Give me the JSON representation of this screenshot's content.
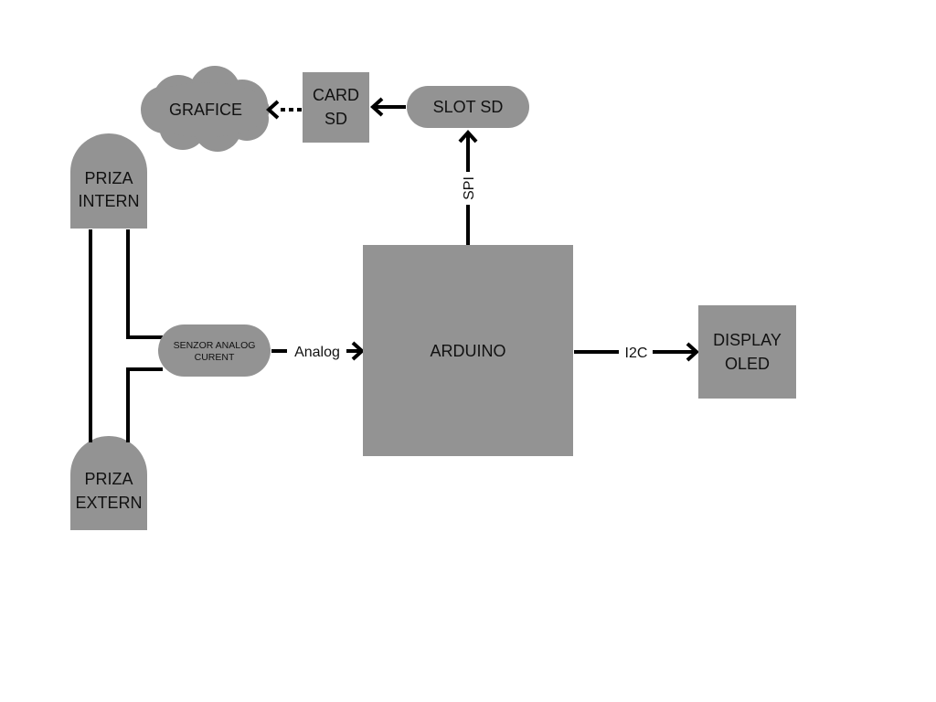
{
  "colors": {
    "node_fill": "#939393",
    "line": "#000000",
    "text": "#111111"
  },
  "nodes": {
    "grafice": {
      "label": "GRAFICE",
      "shape": "cloud"
    },
    "card_sd": {
      "line1": "CARD",
      "line2": "SD"
    },
    "slot_sd": {
      "label": "SLOT SD"
    },
    "priza_intern": {
      "line1": "PRIZA",
      "line2": "INTERN"
    },
    "priza_extern": {
      "line1": "PRIZA",
      "line2": "EXTERN"
    },
    "senzor": {
      "line1": "SENZOR ANALOG",
      "line2": "CURENT"
    },
    "arduino": {
      "label": "ARDUINO"
    },
    "display": {
      "line1": "DISPLAY",
      "line2": "OLED"
    }
  },
  "edges": {
    "spi": {
      "label": "SPI"
    },
    "analog": {
      "label": "Analog"
    },
    "i2c": {
      "label": "I2C"
    }
  }
}
